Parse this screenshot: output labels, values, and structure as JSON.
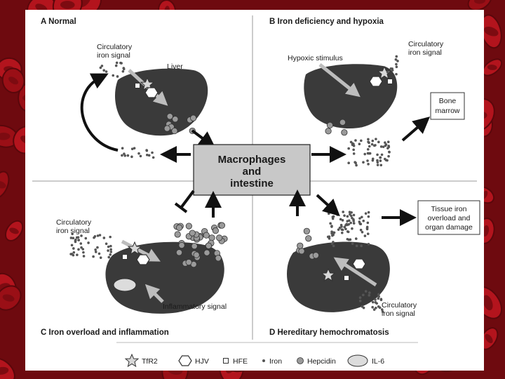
{
  "panels": {
    "a": {
      "title": "A  Normal",
      "circulatory": [
        "Circulatory",
        "iron signal"
      ],
      "liver": "Liver"
    },
    "b": {
      "title": "B  Iron deficiency and hypoxia",
      "hypoxic": "Hypoxic stimulus",
      "circulatory": [
        "Circulatory",
        "iron signal"
      ],
      "bone_marrow": [
        "Bone",
        "marrow"
      ]
    },
    "c": {
      "title": "C  Iron overload and inflammation",
      "circulatory": [
        "Circulatory",
        "iron signal"
      ],
      "inflammatory": "Inflammatory signal"
    },
    "d": {
      "title": "D  Hereditary hemochromatosis",
      "circulatory": [
        "Circulatory",
        "iron signal"
      ],
      "tissue": [
        "Tissue iron",
        "overload and",
        "organ damage"
      ]
    }
  },
  "center_box": [
    "Macrophages",
    "and",
    "intestine"
  ],
  "legend": {
    "tfr2": "TfR2",
    "hjv": "HJV",
    "hfe": "HFE",
    "iron": "Iron",
    "hepcidin": "Hepcidin",
    "il6": "IL-6"
  },
  "colors": {
    "liver": "#3a3a3a",
    "box": "#c8c8c8",
    "background_red": "#9a0f16"
  }
}
